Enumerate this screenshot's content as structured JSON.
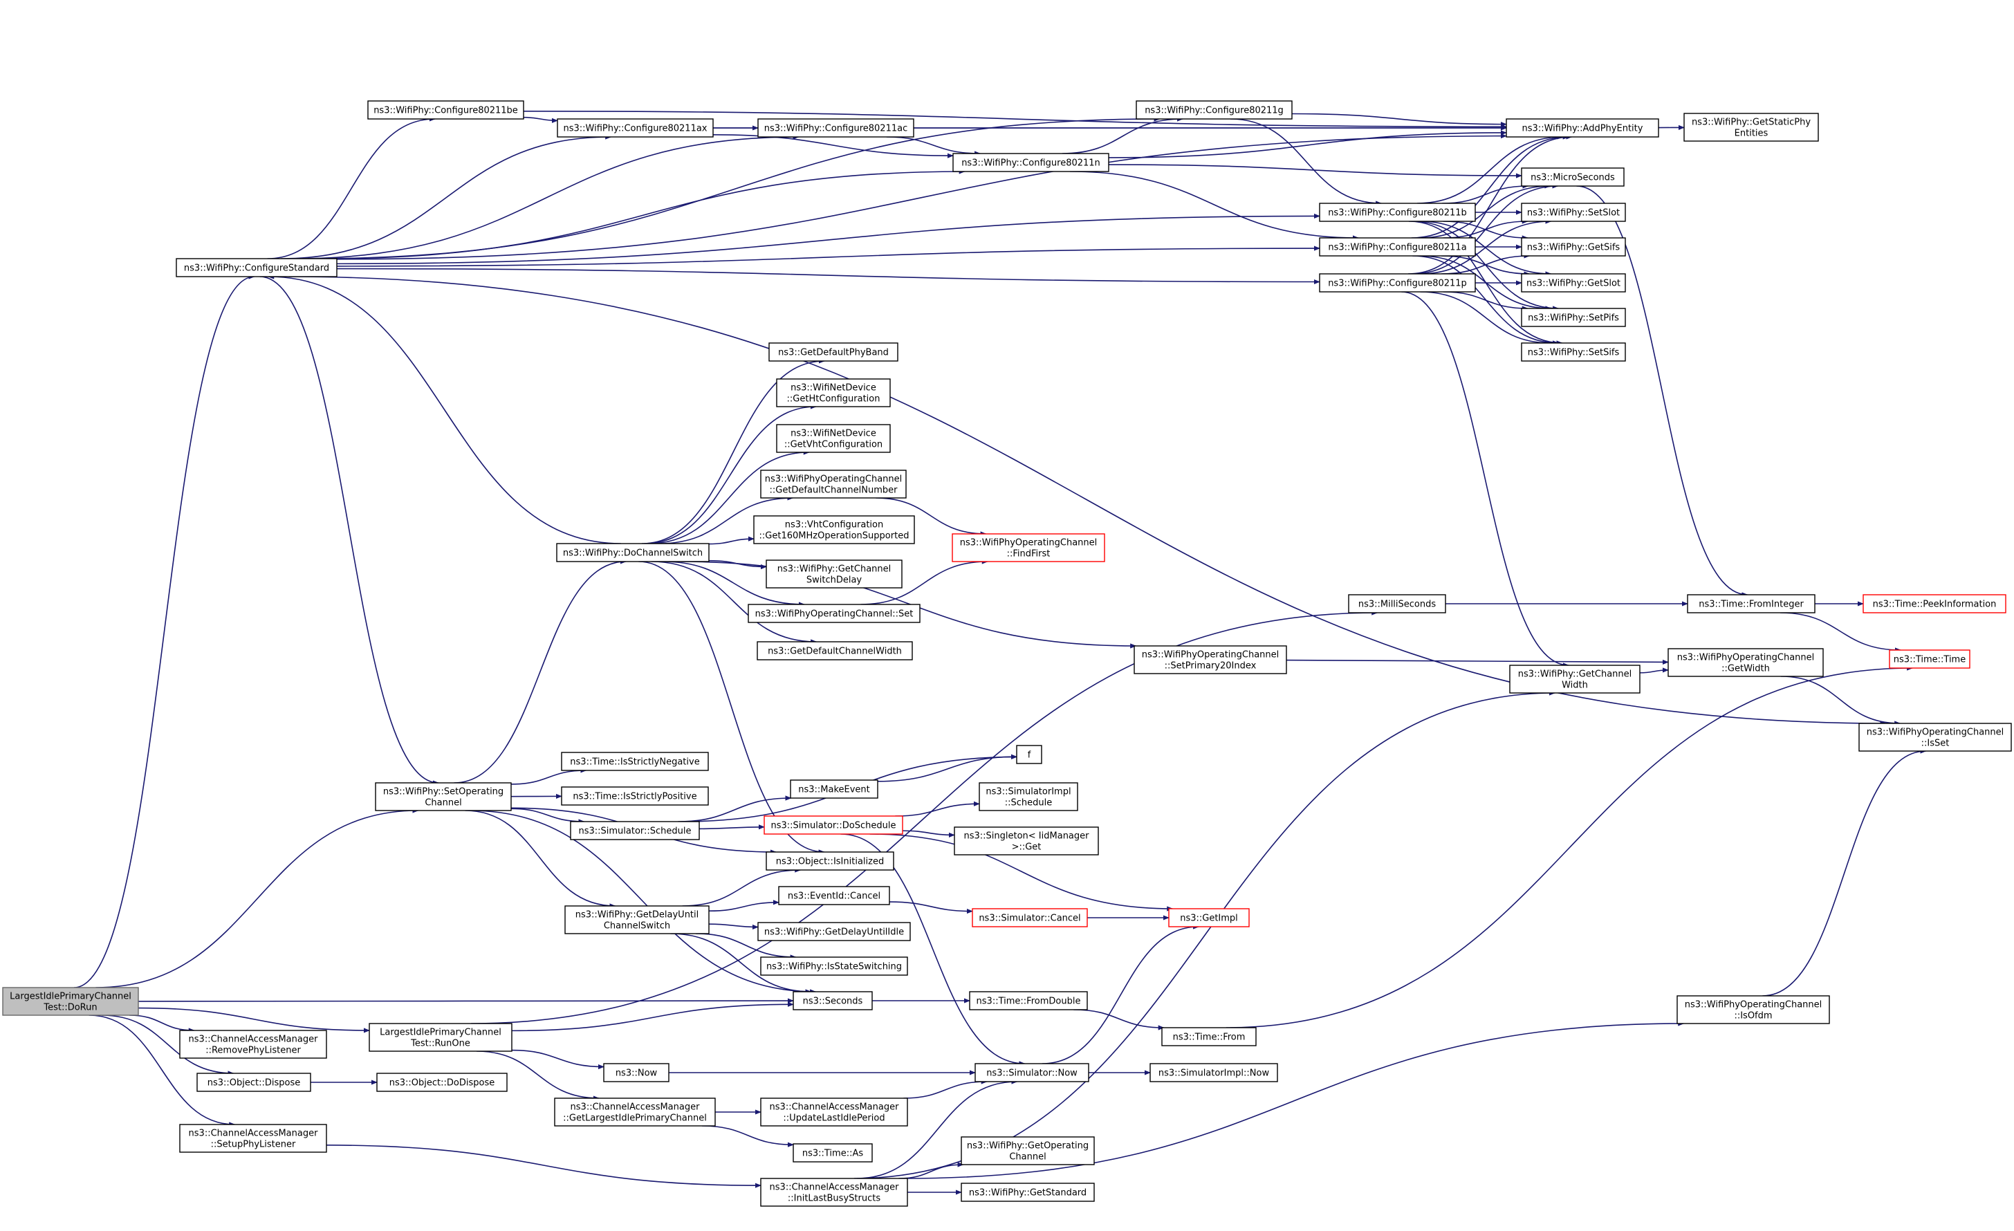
{
  "diagram": {
    "title": "",
    "edge_color": "#191970",
    "root_fill": "#bfbfbf",
    "truncated_border_color": "#ff0000",
    "nodes": [
      {
        "id": "root",
        "lines": [
          "LargestIdlePrimaryChannel",
          "Test::DoRun"
        ],
        "root": true
      },
      {
        "id": "configStd",
        "lines": [
          "ns3::WifiPhy::ConfigureStandard"
        ]
      },
      {
        "id": "c80211be",
        "lines": [
          "ns3::WifiPhy::Configure80211be"
        ]
      },
      {
        "id": "c80211ax",
        "lines": [
          "ns3::WifiPhy::Configure80211ax"
        ]
      },
      {
        "id": "c80211ac",
        "lines": [
          "ns3::WifiPhy::Configure80211ac"
        ]
      },
      {
        "id": "c80211n",
        "lines": [
          "ns3::WifiPhy::Configure80211n"
        ]
      },
      {
        "id": "c80211g",
        "lines": [
          "ns3::WifiPhy::Configure80211g"
        ]
      },
      {
        "id": "addPhy",
        "lines": [
          "ns3::WifiPhy::AddPhyEntity"
        ]
      },
      {
        "id": "getStatic",
        "lines": [
          "ns3::WifiPhy::GetStaticPhy",
          "Entities"
        ]
      },
      {
        "id": "micro",
        "lines": [
          "ns3::MicroSeconds"
        ]
      },
      {
        "id": "c80211b",
        "lines": [
          "ns3::WifiPhy::Configure80211b"
        ]
      },
      {
        "id": "c80211a",
        "lines": [
          "ns3::WifiPhy::Configure80211a"
        ]
      },
      {
        "id": "c80211p",
        "lines": [
          "ns3::WifiPhy::Configure80211p"
        ]
      },
      {
        "id": "setSlot",
        "lines": [
          "ns3::WifiPhy::SetSlot"
        ]
      },
      {
        "id": "getSifs",
        "lines": [
          "ns3::WifiPhy::GetSifs"
        ]
      },
      {
        "id": "getSlot",
        "lines": [
          "ns3::WifiPhy::GetSlot"
        ]
      },
      {
        "id": "setPifs",
        "lines": [
          "ns3::WifiPhy::SetPifs"
        ]
      },
      {
        "id": "setSifs",
        "lines": [
          "ns3::WifiPhy::SetSifs"
        ]
      },
      {
        "id": "getDefBand",
        "lines": [
          "ns3::GetDefaultPhyBand"
        ]
      },
      {
        "id": "getHt",
        "lines": [
          "ns3::WifiNetDevice",
          "::GetHtConfiguration"
        ]
      },
      {
        "id": "getVht",
        "lines": [
          "ns3::WifiNetDevice",
          "::GetVhtConfiguration"
        ]
      },
      {
        "id": "getDefChNum",
        "lines": [
          "ns3::WifiPhyOperatingChannel",
          "::GetDefaultChannelNumber"
        ]
      },
      {
        "id": "vht160",
        "lines": [
          "ns3::VhtConfiguration",
          "::Get160MHzOperationSupported"
        ]
      },
      {
        "id": "findFirst",
        "lines": [
          "ns3::WifiPhyOperatingChannel",
          "::FindFirst"
        ],
        "red": true
      },
      {
        "id": "doChSwitch",
        "lines": [
          "ns3::WifiPhy::DoChannelSwitch"
        ]
      },
      {
        "id": "getChSwDelay",
        "lines": [
          "ns3::WifiPhy::GetChannel",
          "SwitchDelay"
        ]
      },
      {
        "id": "opChSet",
        "lines": [
          "ns3::WifiPhyOperatingChannel::Set"
        ]
      },
      {
        "id": "getDefChWidth",
        "lines": [
          "ns3::GetDefaultChannelWidth"
        ]
      },
      {
        "id": "milli",
        "lines": [
          "ns3::MilliSeconds"
        ]
      },
      {
        "id": "fromInt",
        "lines": [
          "ns3::Time::FromInteger"
        ]
      },
      {
        "id": "peekInfo",
        "lines": [
          "ns3::Time::PeekInformation"
        ],
        "red": true
      },
      {
        "id": "setPrim20",
        "lines": [
          "ns3::WifiPhyOperatingChannel",
          "::SetPrimary20Index"
        ]
      },
      {
        "id": "getChWidth",
        "lines": [
          "ns3::WifiPhy::GetChannel",
          "Width"
        ]
      },
      {
        "id": "opGetWidth",
        "lines": [
          "ns3::WifiPhyOperatingChannel",
          "::GetWidth"
        ]
      },
      {
        "id": "timeTime",
        "lines": [
          "ns3::Time::Time"
        ],
        "red": true
      },
      {
        "id": "opIsSet",
        "lines": [
          "ns3::WifiPhyOperatingChannel",
          "::IsSet"
        ]
      },
      {
        "id": "f",
        "lines": [
          "f"
        ]
      },
      {
        "id": "setOpCh",
        "lines": [
          "ns3::WifiPhy::SetOperating",
          "Channel"
        ]
      },
      {
        "id": "strictNeg",
        "lines": [
          "ns3::Time::IsStrictlyNegative"
        ]
      },
      {
        "id": "makeEvent",
        "lines": [
          "ns3::MakeEvent"
        ]
      },
      {
        "id": "strictPos",
        "lines": [
          "ns3::Time::IsStrictlyPositive"
        ]
      },
      {
        "id": "simImplSched",
        "lines": [
          "ns3::SimulatorImpl",
          "::Schedule"
        ]
      },
      {
        "id": "simSched",
        "lines": [
          "ns3::Simulator::Schedule"
        ]
      },
      {
        "id": "doSched",
        "lines": [
          "ns3::Simulator::DoSchedule"
        ],
        "red": true
      },
      {
        "id": "singleton",
        "lines": [
          "ns3::Singleton< IidManager",
          ">::Get"
        ]
      },
      {
        "id": "isInit",
        "lines": [
          "ns3::Object::IsInitialized"
        ]
      },
      {
        "id": "evCancel",
        "lines": [
          "ns3::EventId::Cancel"
        ]
      },
      {
        "id": "getDelayUntil",
        "lines": [
          "ns3::WifiPhy::GetDelayUntil",
          "ChannelSwitch"
        ]
      },
      {
        "id": "simCancel",
        "lines": [
          "ns3::Simulator::Cancel"
        ],
        "red": true
      },
      {
        "id": "getImpl",
        "lines": [
          "ns3::GetImpl"
        ],
        "red": true
      },
      {
        "id": "getDelayIdle",
        "lines": [
          "ns3::WifiPhy::GetDelayUntilIdle"
        ]
      },
      {
        "id": "isStateSw",
        "lines": [
          "ns3::WifiPhy::IsStateSwitching"
        ]
      },
      {
        "id": "seconds",
        "lines": [
          "ns3::Seconds"
        ]
      },
      {
        "id": "fromDouble",
        "lines": [
          "ns3::Time::FromDouble"
        ]
      },
      {
        "id": "isOfdm",
        "lines": [
          "ns3::WifiPhyOperatingChannel",
          "::IsOfdm"
        ]
      },
      {
        "id": "timeFrom",
        "lines": [
          "ns3::Time::From"
        ]
      },
      {
        "id": "runOne",
        "lines": [
          "LargestIdlePrimaryChannel",
          "Test::RunOne"
        ]
      },
      {
        "id": "removeListener",
        "lines": [
          "ns3::ChannelAccessManager",
          "::RemovePhyListener"
        ]
      },
      {
        "id": "dispose",
        "lines": [
          "ns3::Object::Dispose"
        ]
      },
      {
        "id": "doDispose",
        "lines": [
          "ns3::Object::DoDispose"
        ]
      },
      {
        "id": "now",
        "lines": [
          "ns3::Now"
        ]
      },
      {
        "id": "simNow",
        "lines": [
          "ns3::Simulator::Now"
        ]
      },
      {
        "id": "simImplNow",
        "lines": [
          "ns3::SimulatorImpl::Now"
        ]
      },
      {
        "id": "getLargest",
        "lines": [
          "ns3::ChannelAccessManager",
          "::GetLargestIdlePrimaryChannel"
        ]
      },
      {
        "id": "updateLast",
        "lines": [
          "ns3::ChannelAccessManager",
          "::UpdateLastIdlePeriod"
        ]
      },
      {
        "id": "setupListener",
        "lines": [
          "ns3::ChannelAccessManager",
          "::SetupPhyListener"
        ]
      },
      {
        "id": "timeAs",
        "lines": [
          "ns3::Time::As"
        ]
      },
      {
        "id": "getOpCh",
        "lines": [
          "ns3::WifiPhy::GetOperating",
          "Channel"
        ]
      },
      {
        "id": "initLast",
        "lines": [
          "ns3::ChannelAccessManager",
          "::InitLastBusyStructs"
        ]
      },
      {
        "id": "getStandard",
        "lines": [
          "ns3::WifiPhy::GetStandard"
        ]
      }
    ]
  }
}
